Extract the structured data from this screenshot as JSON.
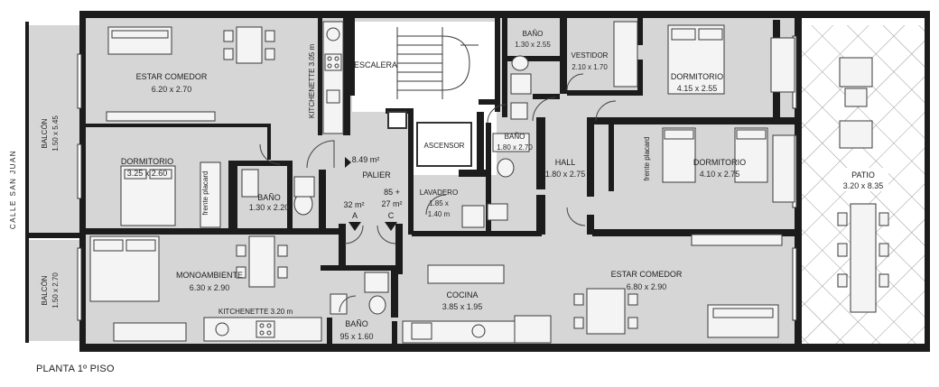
{
  "plan": {
    "caption": "PLANTA 1º PISO",
    "street": "CALLE SAN JUAN"
  },
  "rooms": {
    "estar_comedor_a": {
      "name": "ESTAR COMEDOR",
      "dim": "6.20 x 2.70"
    },
    "kitchenette_a": {
      "name": "KITCHENETTE 3.05 m"
    },
    "escalera": {
      "name": "ESCALERA"
    },
    "dormitorio_a": {
      "name": "DORMITORIO",
      "dim": "3.25 x 2.60"
    },
    "frente_placard_a": {
      "name": "frente placard"
    },
    "bano_a": {
      "name": "BAÑO",
      "dim": "1.30 x 2.20"
    },
    "balcon_top": {
      "name": "BALCÓN",
      "dim": "1.50 x 5.45"
    },
    "balcon_bottom": {
      "name": "BALCÓN",
      "dim": "1.50 x 2.70"
    },
    "monoambiente": {
      "name": "MONOAMBIENTE",
      "dim": "6.30 x 2.90"
    },
    "kitchenette_b": {
      "name": "KITCHENETTE 3.20 m"
    },
    "bano_b": {
      "name": "BAÑO",
      "dim": "95 x 1.60"
    },
    "palier": {
      "name": "PALIER",
      "area": "8.49 m²"
    },
    "unit_a": {
      "area": "32 m²",
      "letter": "A"
    },
    "unit_c": {
      "area1": "85 +",
      "area2": "27 m²",
      "letter": "C"
    },
    "ascensor": {
      "name": "ASCENSOR"
    },
    "lavadero": {
      "name": "LAVADERO",
      "dim1": "1.85 x",
      "dim2": "1.40 m"
    },
    "bano_c": {
      "name": "BAÑO",
      "dim": "1.80 x 2.70"
    },
    "bano_d": {
      "name": "BAÑO",
      "dim": "1.30 x 2.55"
    },
    "vestidor": {
      "name": "VESTIDOR",
      "dim": "2.10 x 1.70"
    },
    "dormitorio_b": {
      "name": "DORMITORIO",
      "dim": "4.15 x 2.55"
    },
    "hall": {
      "name": "HALL",
      "dim": "1.80 x 2.75"
    },
    "frente_placard_b": {
      "name": "frente placard"
    },
    "dormitorio_c": {
      "name": "DORMITORIO",
      "dim": "4.10 x 2.75"
    },
    "patio": {
      "name": "PATIO",
      "dim": "3.20 x 8.35"
    },
    "cocina": {
      "name": "COCINA",
      "dim": "3.85 x 1.95"
    },
    "estar_comedor_b": {
      "name": "ESTAR COMEDOR",
      "dim": "6.80 x 2.90"
    }
  },
  "colors": {
    "floor": "#d6d6d6",
    "wall": "#1c1c1c",
    "patio": "#ffffff"
  }
}
